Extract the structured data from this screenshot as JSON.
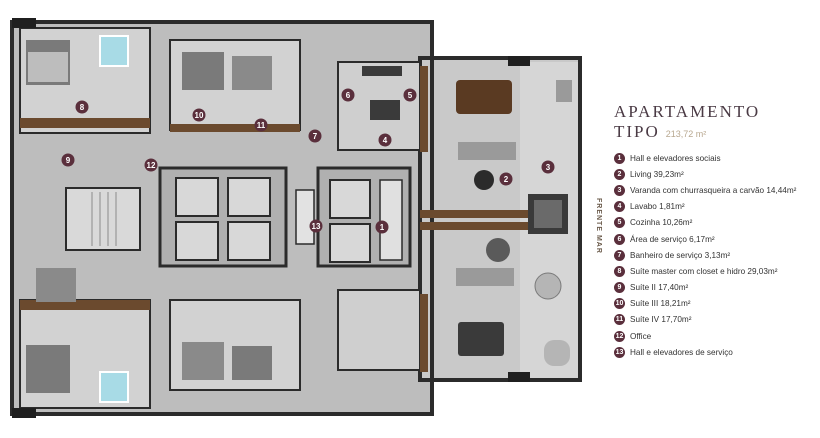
{
  "title": {
    "line1": "APARTAMENTO",
    "line2": "TIPO",
    "area": "213,72 m²"
  },
  "orientation_label": "FRENTE MAR",
  "legend": [
    {
      "num": "1",
      "label": "Hall e elevadores sociais"
    },
    {
      "num": "2",
      "label": "Living 39,23m²"
    },
    {
      "num": "3",
      "label": "Varanda com churrasqueira a carvão 14,44m²"
    },
    {
      "num": "4",
      "label": "Lavabo 1,81m²"
    },
    {
      "num": "5",
      "label": "Cozinha 10,26m²"
    },
    {
      "num": "6",
      "label": "Área de serviço 6,17m²"
    },
    {
      "num": "7",
      "label": "Banheiro de serviço 3,13m²"
    },
    {
      "num": "8",
      "label": "Suíte master com closet e hidro 29,03m²"
    },
    {
      "num": "9",
      "label": "Suíte II  17,40m²"
    },
    {
      "num": "10",
      "label": "Suíte III 18,21m²"
    },
    {
      "num": "11",
      "label": "Suíte IV  17,70m²"
    },
    {
      "num": "12",
      "label": "Office"
    },
    {
      "num": "13",
      "label": "Hall e elevadores de serviço"
    }
  ],
  "colors": {
    "marker": "#5a2f3c",
    "wall": "#2b2b2b",
    "floor": "#c8c8c8",
    "wood": "#6b4a2e"
  }
}
